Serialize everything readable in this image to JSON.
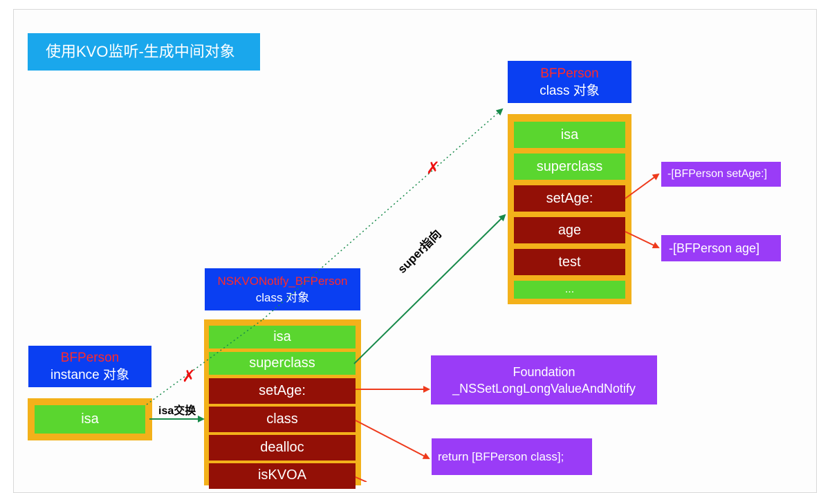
{
  "title": "使用KVO监听-生成中间对象",
  "person_class": {
    "name": "BFPerson",
    "caption": "class 对象",
    "rows": [
      "isa",
      "superclass",
      "setAge:",
      "age",
      "test",
      "..."
    ]
  },
  "notify_class": {
    "name": "NSKVONotify_BFPerson",
    "caption": "class 对象",
    "rows": [
      "isa",
      "superclass",
      "setAge:",
      "class",
      "dealloc",
      "isKVOA"
    ]
  },
  "instance": {
    "name": "BFPerson",
    "caption": "instance 对象",
    "row": "isa"
  },
  "edges": {
    "isa_swap": "isa交换",
    "super_pointer": "super指向",
    "cross": "✗"
  },
  "notes": {
    "set_age": "-[BFPerson setAge:]",
    "age": "-[BFPerson age]",
    "foundation_line1": "Foundation",
    "foundation_line2": "_NSSetLongLongValueAndNotify",
    "return_class": "return [BFPerson class];"
  },
  "colors": {
    "title_bg": "#1aa7ec",
    "label_bg": "#0a3ff2",
    "class_name": "#ff2a2a",
    "frame": "#f3b11a",
    "green_row": "#5ad62f",
    "red_row": "#931006",
    "note_bg": "#9a3cf7",
    "red_arrow": "#ee3a1c",
    "green_arrow": "#178a4a"
  }
}
